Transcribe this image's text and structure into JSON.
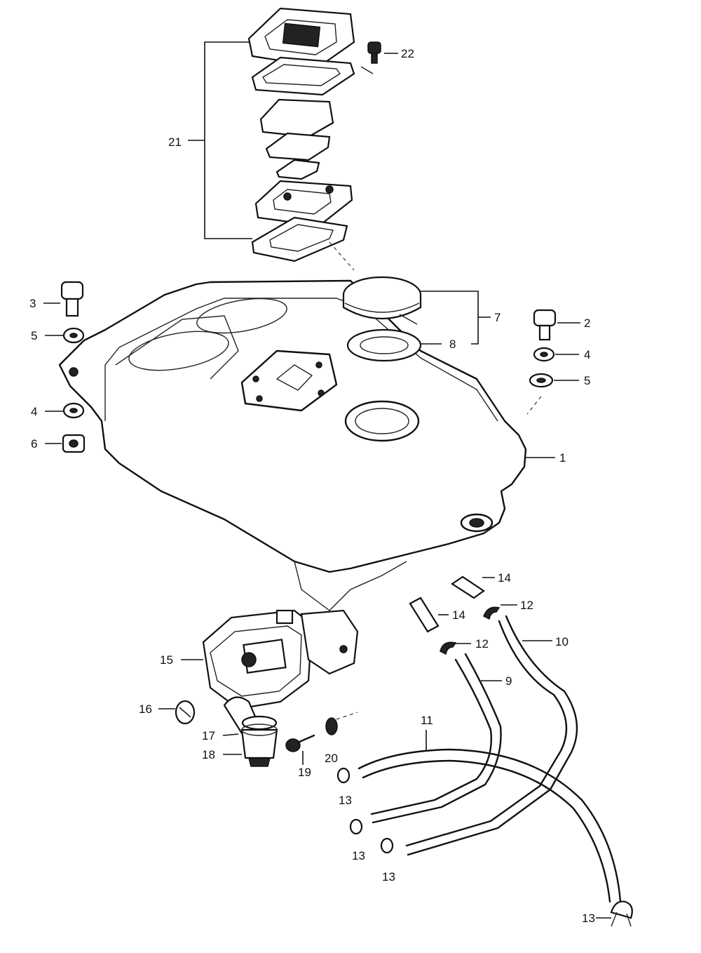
{
  "diagram": {
    "callouts": {
      "c1": "1",
      "c2": "2",
      "c3": "3",
      "c4a": "4",
      "c4b": "4",
      "c5a": "5",
      "c5b": "5",
      "c6": "6",
      "c7": "7",
      "c8": "8",
      "c9": "9",
      "c10": "10",
      "c11": "11",
      "c12a": "12",
      "c12b": "12",
      "c13a": "13",
      "c13b": "13",
      "c13c": "13",
      "c13d": "13",
      "c14a": "14",
      "c14b": "14",
      "c15": "15",
      "c16": "16",
      "c17": "17",
      "c18": "18",
      "c19": "19",
      "c20": "20",
      "c21": "21",
      "c22": "22"
    }
  }
}
